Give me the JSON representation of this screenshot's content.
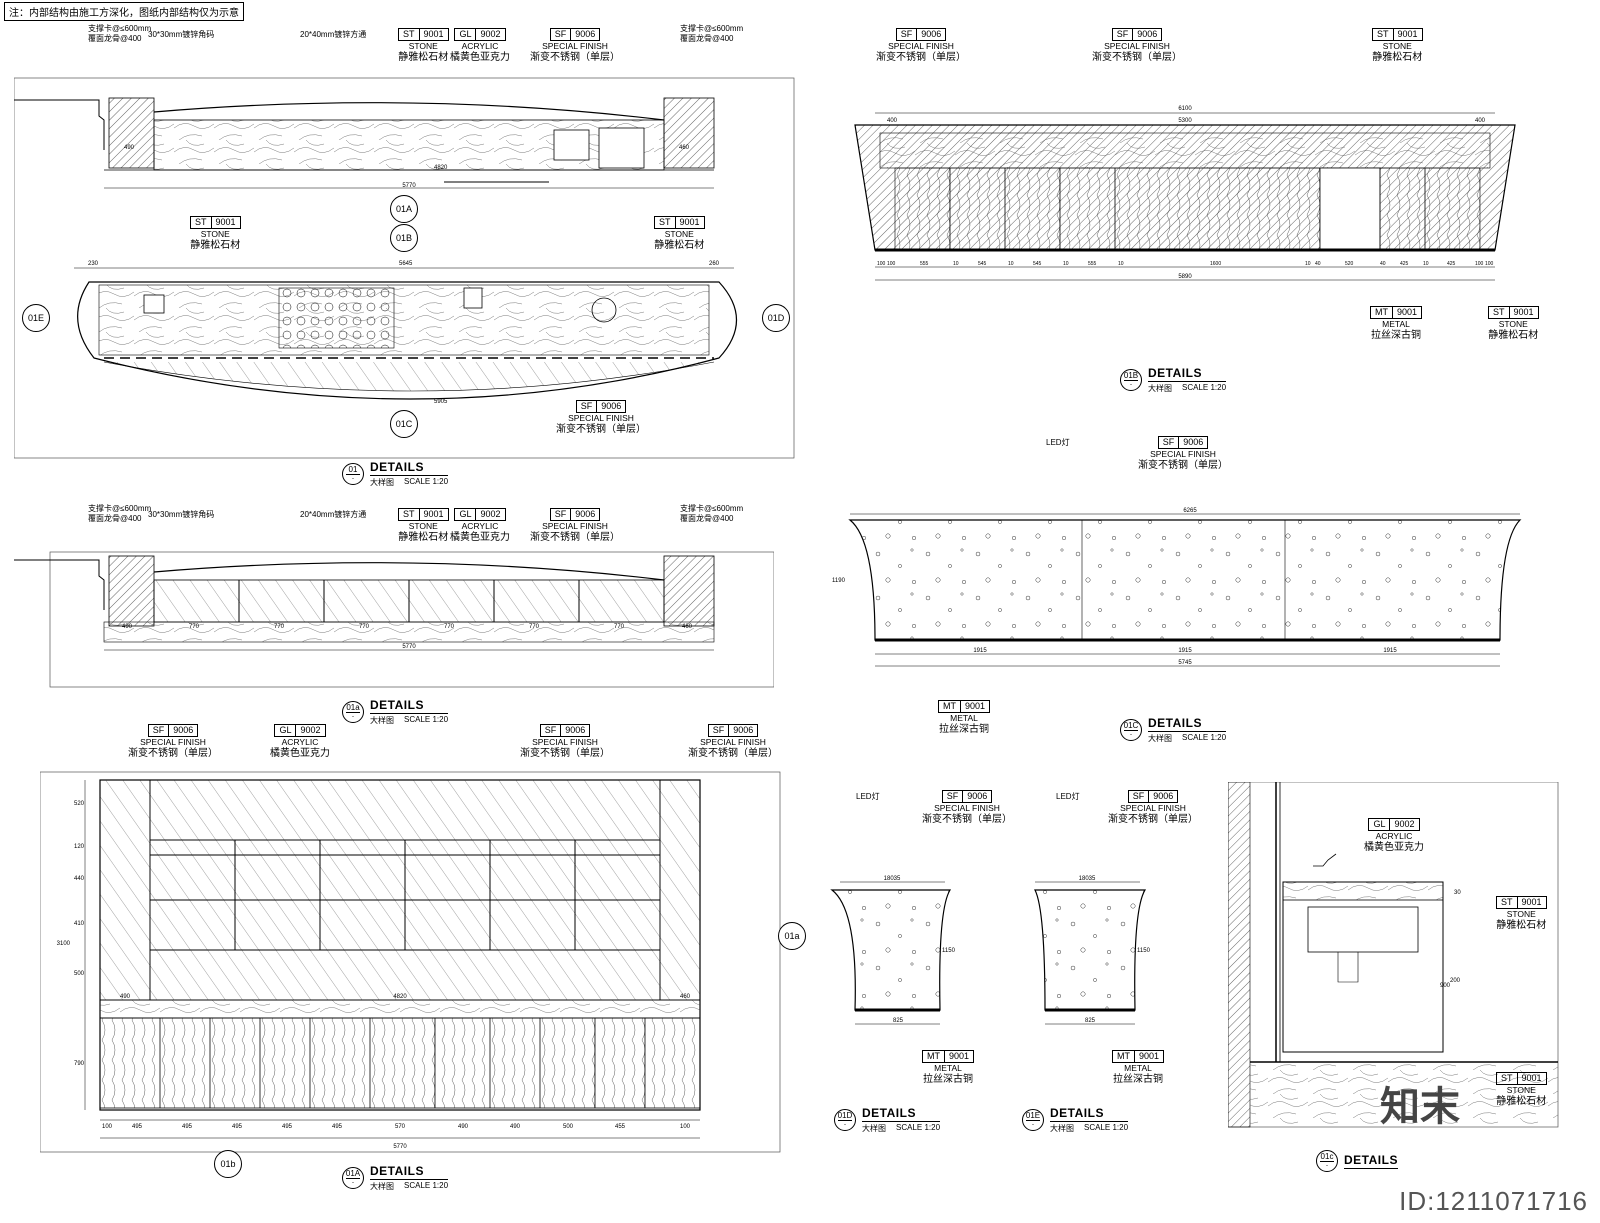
{
  "note": "注：内部结构由施工方深化，图纸内部结构仅为示意",
  "watermark_id": "ID:1211071716",
  "watermark_logo": "知末",
  "plan_notes": {
    "left_top": [
      "支撑卡@≤600mm",
      "覆面龙骨@400"
    ],
    "angle": "30*30mm镀锌角码",
    "tube": "20*40mm镀锌方通",
    "right_top": [
      "支撑卡@≤600mm",
      "覆面龙骨@400"
    ]
  },
  "tags": {
    "stone": {
      "code": "ST",
      "num": "9001",
      "en": "STONE",
      "cn": "静雅松石材"
    },
    "acrylic": {
      "code": "GL",
      "num": "9002",
      "en": "ACRYLIC",
      "cn": "橘黄色亚克力"
    },
    "finish": {
      "code": "SF",
      "num": "9006",
      "en": "SPECIAL FINISH",
      "cn": "渐变不锈钢（单层）"
    },
    "metal": {
      "code": "MT",
      "num": "9001",
      "en": "METAL",
      "cn": "拉丝深古铜"
    },
    "led": "LED灯"
  },
  "titles": {
    "t01": {
      "num": "01",
      "ref": "-",
      "name": "DETAILS",
      "cn": "大样图",
      "scale": "SCALE 1:20"
    },
    "t01a_plan": {
      "num": "01a",
      "ref": "-",
      "name": "DETAILS",
      "cn": "大样图",
      "scale": "SCALE 1:20"
    },
    "t01A": {
      "num": "01A",
      "ref": "-",
      "name": "DETAILS",
      "cn": "大样图",
      "scale": "SCALE 1:20"
    },
    "t01B": {
      "num": "01B",
      "ref": "-",
      "name": "DETAILS",
      "cn": "大样图",
      "scale": "SCALE 1:20"
    },
    "t01C": {
      "num": "01C",
      "ref": "-",
      "name": "DETAILS",
      "cn": "大样图",
      "scale": "SCALE 1:20"
    },
    "t01D": {
      "num": "01D",
      "ref": "-",
      "name": "DETAILS",
      "cn": "大样图",
      "scale": "SCALE 1:20"
    },
    "t01E": {
      "num": "01E",
      "ref": "-",
      "name": "DETAILS",
      "cn": "大样图",
      "scale": "SCALE 1:20"
    },
    "t01c": {
      "num": "01c",
      "ref": "-",
      "name": "DETAILS",
      "cn": "",
      "scale": ""
    }
  },
  "marks": {
    "m01A": "01A",
    "m01B": "01B",
    "m01C": "01C",
    "m01D": "01D",
    "m01E": "01E",
    "m01a": "01a",
    "m01b": "01b"
  },
  "dims": {
    "plan_total": "5770",
    "plan_mid": "4820",
    "plan_left": "490",
    "plan_right": "460",
    "plan2_total": "5645",
    "plan2_l": "230",
    "plan2_r": "260",
    "plan2_arc": "5905",
    "b_total": "6100",
    "b_inner": "5300",
    "b_l": "400",
    "b_r": "400",
    "b_bottom": "5890",
    "b_segments": [
      "100",
      "100",
      "555",
      "10",
      "545",
      "10",
      "545",
      "10",
      "555",
      "10",
      "1600",
      "10",
      "40",
      "520",
      "40",
      "425",
      "10",
      "425",
      "100",
      "100"
    ],
    "c_top": "6265",
    "c_bottom": "5745",
    "c_segs": [
      "1915",
      "1915",
      "1915"
    ],
    "c_h": "1190",
    "a_total": "5770",
    "a_mid": "4820",
    "a_segs": [
      "100",
      "495",
      "495",
      "495",
      "495",
      "495",
      "570",
      "490",
      "490",
      "500",
      "455",
      "100"
    ],
    "a_left_heights": [
      "520",
      "120",
      "440",
      "410",
      "500",
      "790"
    ],
    "a_h": "3100",
    "a_l": "490",
    "a_r": "460",
    "d_top": "18035",
    "d_bottom": "825",
    "d_h": "1150",
    "e_top": "18035",
    "e_bottom": "825",
    "e_h": "1150",
    "c_detail_h": [
      "30",
      "200",
      "900"
    ],
    "plana_segs": [
      "490",
      "770",
      "770",
      "770",
      "770",
      "770",
      "770",
      "460"
    ]
  }
}
